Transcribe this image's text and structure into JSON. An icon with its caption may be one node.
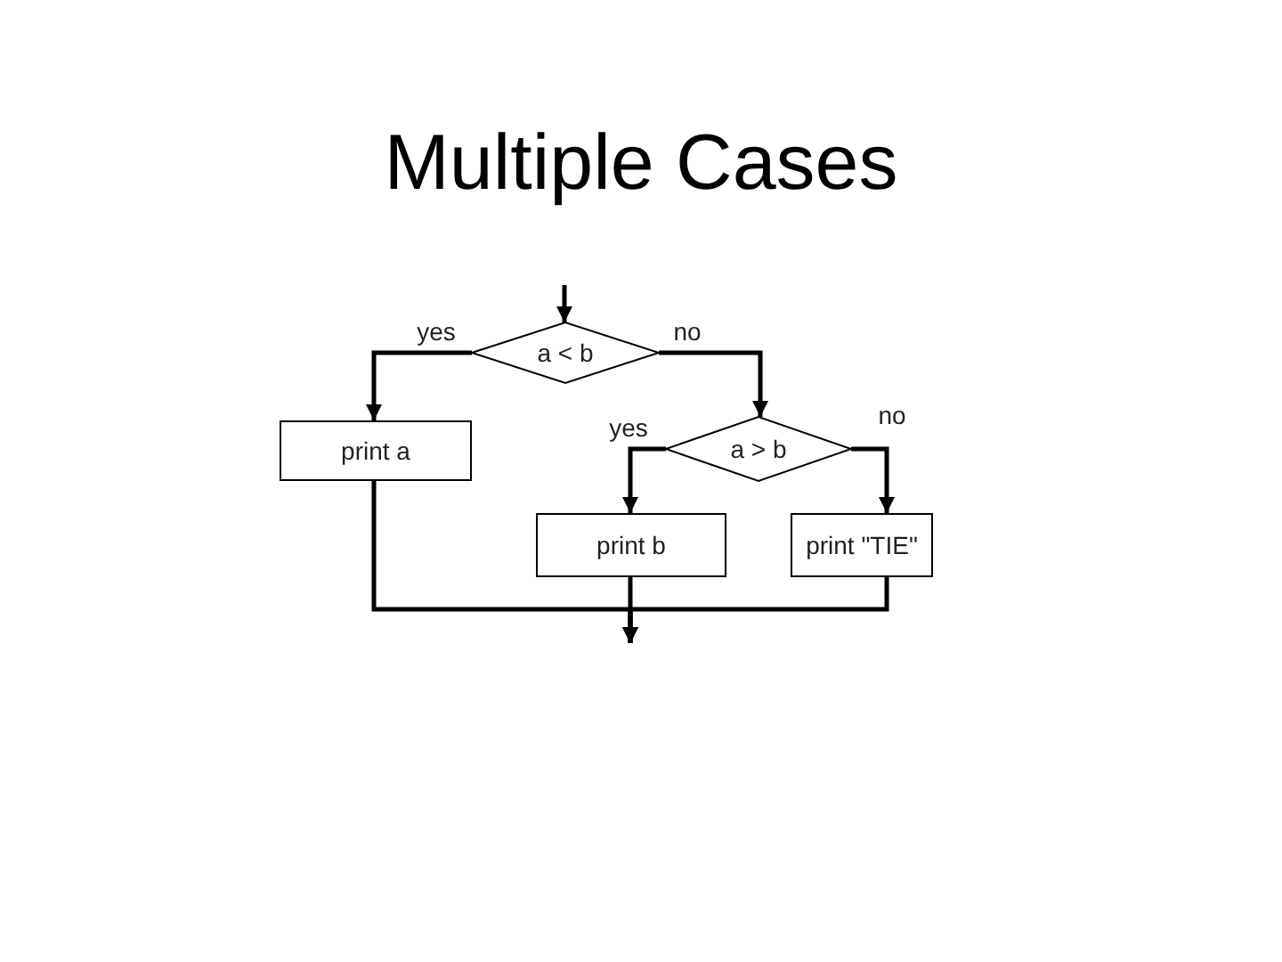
{
  "diagram": {
    "title": "Multiple Cases",
    "nodes": [
      {
        "text": [
          "a < b"
        ]
      },
      {
        "text": [
          "print a"
        ]
      },
      {
        "text": [
          "a > b"
        ]
      },
      {
        "text": [
          "print b"
        ]
      },
      {
        "text": [
          "print \"TIE\""
        ]
      }
    ],
    "edges": [
      {
        "from": null,
        "to": 0,
        "arrow": "to"
      },
      {
        "from": 0,
        "to": 1,
        "arrow": "to",
        "label": "yes"
      },
      {
        "from": 0,
        "to": 2,
        "arrow": "to",
        "label": "no"
      },
      {
        "from": 2,
        "to": 3,
        "arrow": "to",
        "label": "yes"
      },
      {
        "from": 2,
        "to": 4,
        "arrow": "to",
        "label": "no"
      },
      {
        "from": 1,
        "to": null,
        "arrow": "to"
      },
      {
        "from": 3,
        "to": null,
        "arrow": "to"
      },
      {
        "from": 4,
        "to": null,
        "arrow": "to"
      }
    ]
  }
}
